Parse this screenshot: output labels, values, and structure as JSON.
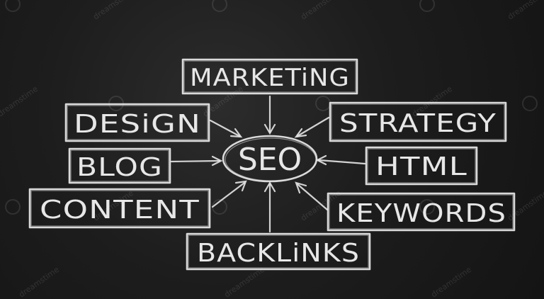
{
  "diagram": {
    "center": "SEO",
    "nodes": {
      "marketing": "MARKETiNG",
      "design": "DESiGN",
      "blog": "BLOG",
      "content": "CONTENT",
      "backlinks": "BACKLiNKS",
      "strategy": "STRATEGY",
      "html": "HTML",
      "keywords": "KEYWORDS"
    }
  },
  "watermark": {
    "text": "dreamstime"
  },
  "colors": {
    "chalk": "#f2f2f2",
    "board": "#1d1d1d"
  }
}
